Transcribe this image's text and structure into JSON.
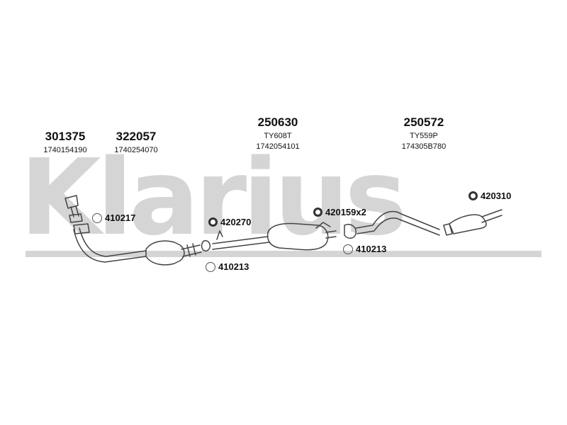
{
  "brand": {
    "watermark": "Klarius"
  },
  "parts": [
    {
      "code": "301375",
      "ref": "1740154190"
    },
    {
      "code": "322057",
      "ref": "1740254070"
    },
    {
      "code": "250630",
      "alt": "TY608T",
      "ref": "1742054101"
    },
    {
      "code": "250572",
      "alt": "TY559P",
      "ref": "174305B780"
    }
  ],
  "hardware": [
    {
      "code": "410217",
      "icon": "ring-gasket-icon"
    },
    {
      "code": "420270",
      "icon": "rubber-mount-icon"
    },
    {
      "code": "420159x2",
      "icon": "rubber-mount-icon"
    },
    {
      "code": "420310",
      "icon": "rubber-mount-icon"
    },
    {
      "code": "410213",
      "icon": "ring-gasket-icon"
    },
    {
      "code": "410213",
      "icon": "ring-gasket-icon"
    }
  ],
  "colors": {
    "pipe": "#444444",
    "watermark": "#d5d5d5"
  }
}
